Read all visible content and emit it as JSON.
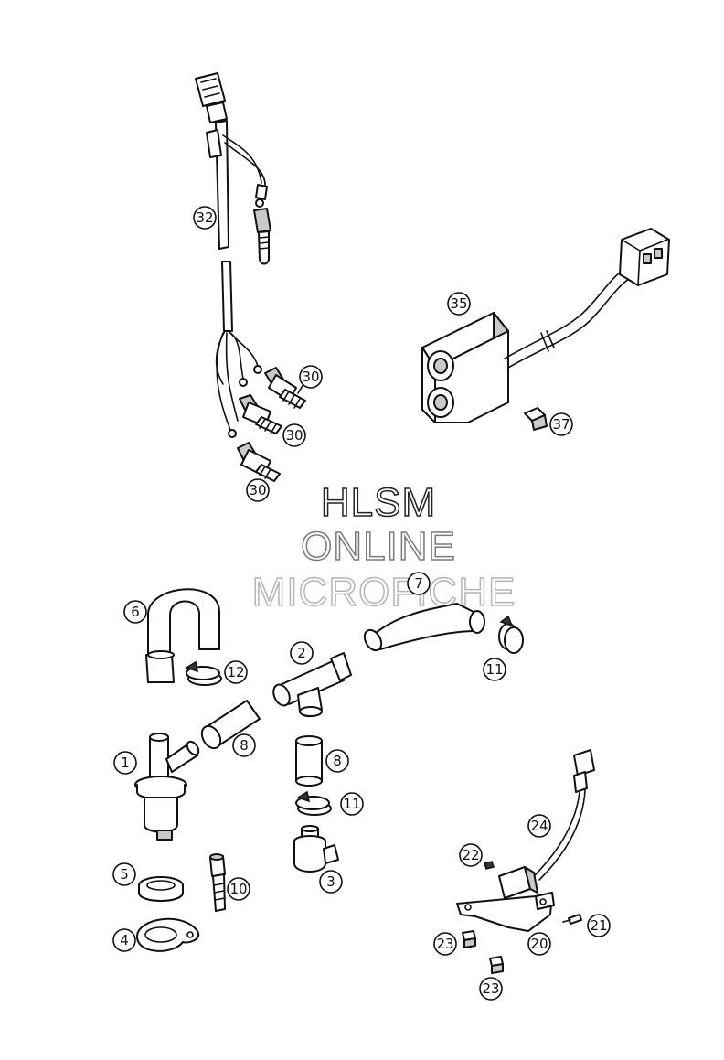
{
  "watermark": {
    "line1": "HLSM",
    "line2": "ONLINE",
    "line3": "MICROFICHE"
  },
  "callouts": {
    "c32": "32",
    "c35": "35",
    "c37": "37",
    "c30a": "30",
    "c30b": "30",
    "c30c": "30",
    "c6": "6",
    "c7": "7",
    "c11a": "11",
    "c12": "12",
    "c2": "2",
    "c8a": "8",
    "c8b": "8",
    "c1": "1",
    "c11b": "11",
    "c5": "5",
    "c10": "10",
    "c3": "3",
    "c4": "4",
    "c24": "24",
    "c22": "22",
    "c21": "21",
    "c20": "20",
    "c23a": "23",
    "c23b": "23"
  }
}
